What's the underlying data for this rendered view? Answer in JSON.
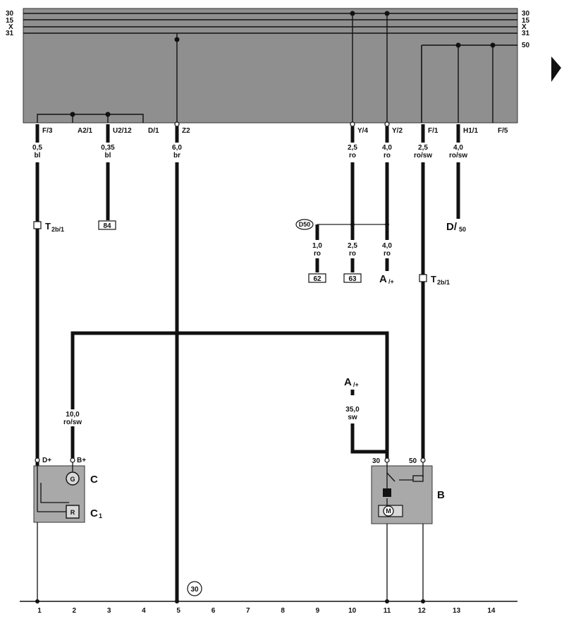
{
  "fuse_box": {
    "rails_left": [
      "30",
      "15",
      "X",
      "31"
    ],
    "rails_right": [
      "30",
      "15",
      "X",
      "31",
      "50"
    ],
    "terminals": [
      "F/3",
      "A2/1",
      "U2/12",
      "D/1",
      "Z2",
      "Y/4",
      "Y/2",
      "F/1",
      "H1/1",
      "F/5"
    ]
  },
  "wire_specs": [
    {
      "size": "0,5",
      "color": "bl"
    },
    {
      "size": "0,35",
      "color": "bl"
    },
    {
      "size": "6,0",
      "color": "br"
    },
    {
      "size": "2,5",
      "color": "ro"
    },
    {
      "size": "4,0",
      "color": "ro"
    },
    {
      "size": "2,5",
      "color": "ro/sw"
    },
    {
      "size": "4,0",
      "color": "ro/sw"
    },
    {
      "size": "1,0",
      "color": "ro"
    },
    {
      "size": "2,5",
      "color": "ro"
    },
    {
      "size": "4,0",
      "color": "ro"
    },
    {
      "size": "10,0",
      "color": "ro/sw"
    },
    {
      "size": "35,0",
      "color": "sw"
    }
  ],
  "refs": [
    "84",
    "62",
    "63"
  ],
  "connectors": {
    "t2b_left": {
      "main": "T",
      "sub": "2b/1"
    },
    "t2b_right": {
      "main": "T",
      "sub": "2b/1"
    },
    "d50_label": {
      "main": "D/",
      "sub": "50"
    },
    "a_plus_1": {
      "main": "A",
      "sub": "/+"
    },
    "a_plus_2": {
      "main": "A",
      "sub": "/+"
    },
    "d50_node": "D50"
  },
  "components": {
    "alternator": {
      "pin_d": "D+",
      "pin_b": "B+",
      "label_c": "C",
      "label_c1_main": "C",
      "label_c1_sub": "1",
      "g_glyph": "G",
      "r_glyph": "R"
    },
    "starter": {
      "pin_30": "30",
      "pin_50": "50",
      "label": "B",
      "m_glyph": "M"
    }
  },
  "ground_marker": "30",
  "bottom_numbers": [
    "1",
    "2",
    "3",
    "4",
    "5",
    "6",
    "7",
    "8",
    "9",
    "10",
    "11",
    "12",
    "13",
    "14"
  ],
  "colors": {
    "panel": "#8f8f8f",
    "component": "#a9a9a9",
    "wire": "#111111"
  }
}
